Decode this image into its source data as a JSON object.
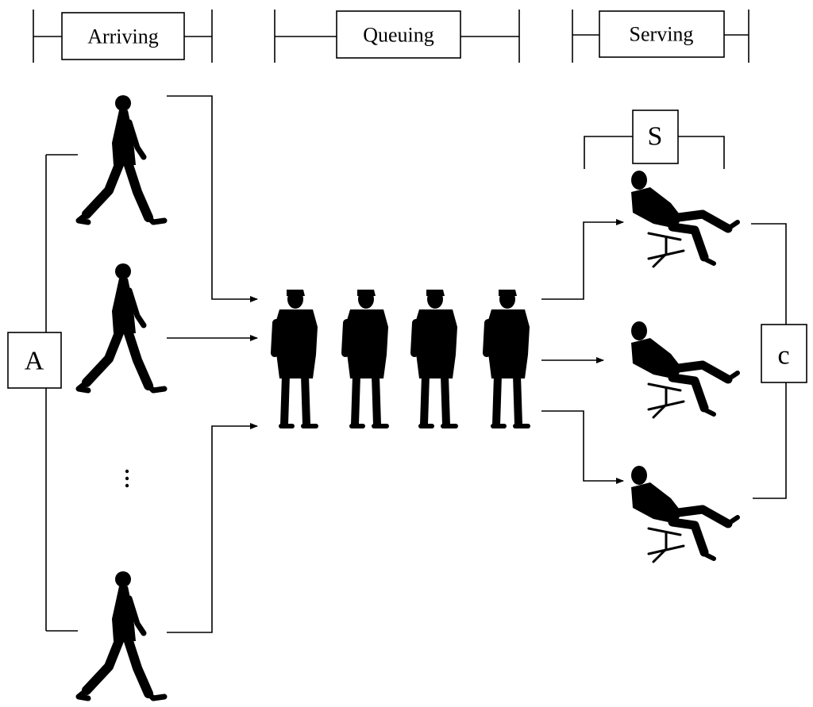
{
  "stages": {
    "arriving": "Arriving",
    "queuing": "Queuing",
    "serving": "Serving"
  },
  "labels": {
    "arrival": "A",
    "service": "S",
    "servers": "c"
  },
  "icons": {
    "arriving_person": "walking-person-icon",
    "queued_person": "standing-person-icon",
    "server": "seated-server-icon"
  },
  "colors": {
    "ink": "#000000",
    "background": "#ffffff"
  }
}
